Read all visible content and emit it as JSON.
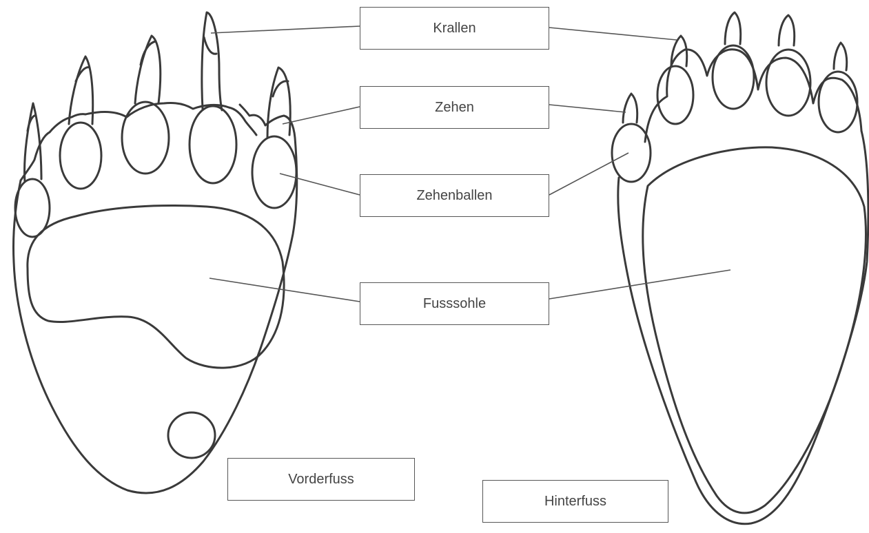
{
  "labels": {
    "claws": "Krallen",
    "toes": "Zehen",
    "toe_pads": "Zehenballen",
    "sole": "Fusssohle"
  },
  "captions": {
    "front_foot": "Vorderfuss",
    "hind_foot": "Hinterfuss"
  }
}
